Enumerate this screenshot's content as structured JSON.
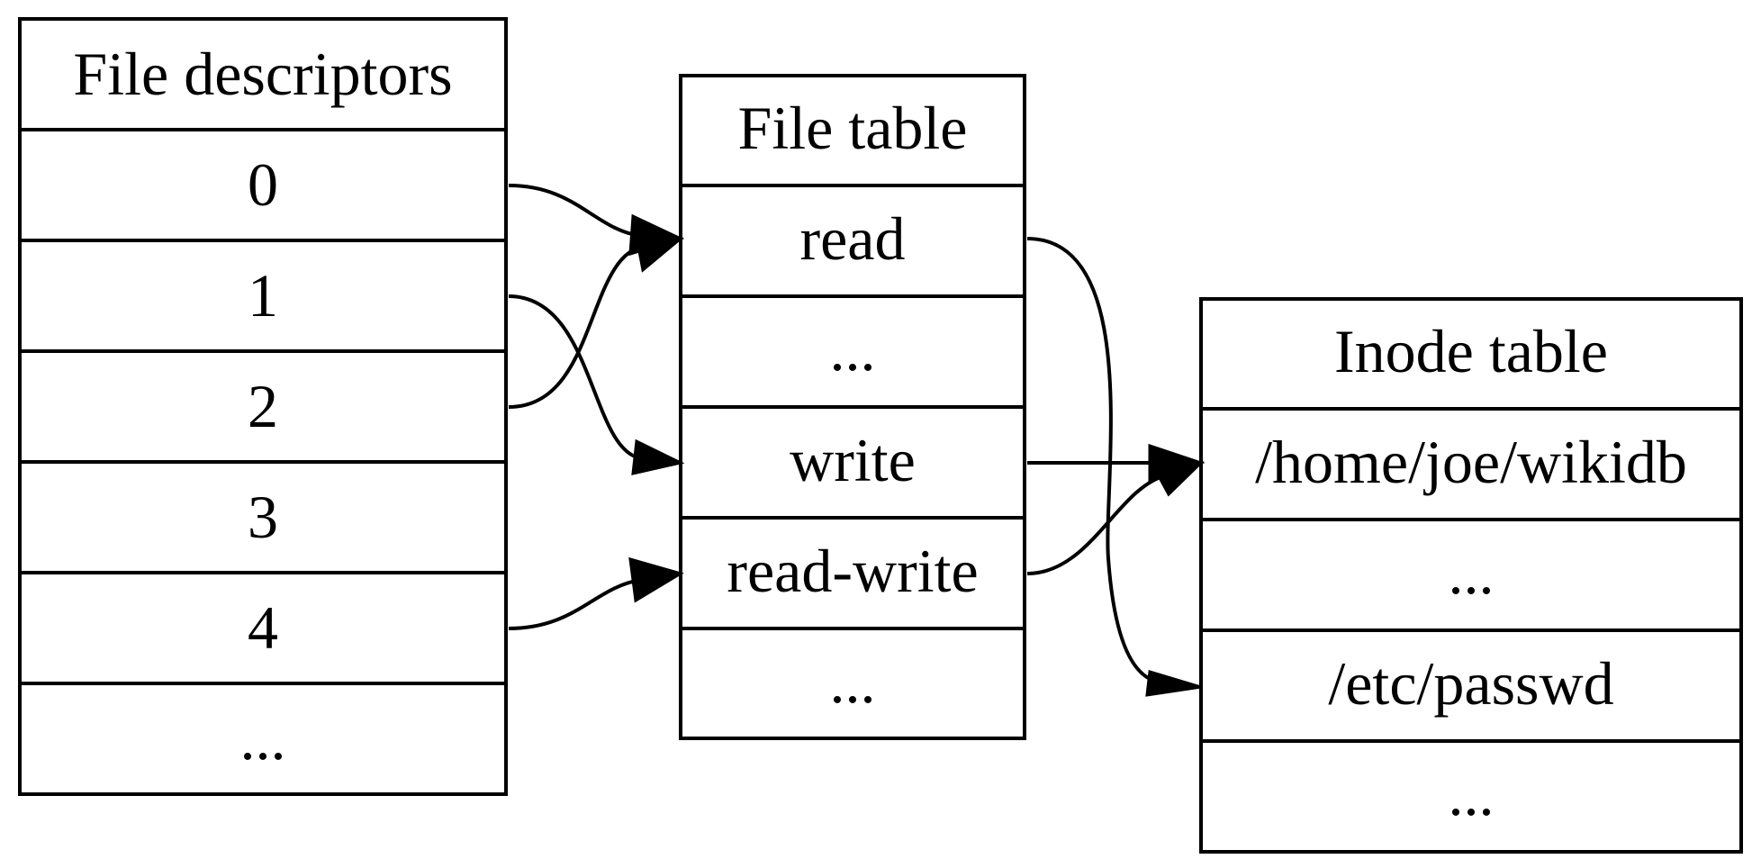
{
  "tables": [
    {
      "id": "fd",
      "title": "File descriptors",
      "rows": [
        "0",
        "1",
        "2",
        "3",
        "4",
        "..."
      ]
    },
    {
      "id": "file",
      "title": "File table",
      "rows": [
        "read",
        "...",
        "write",
        "read-write",
        "..."
      ]
    },
    {
      "id": "inode",
      "title": "Inode table",
      "rows": [
        "/home/joe/wikidb",
        "...",
        "/etc/passwd",
        "..."
      ]
    }
  ],
  "edges": [
    {
      "from": "fd:0",
      "to": "file:read"
    },
    {
      "from": "fd:1",
      "to": "file:write"
    },
    {
      "from": "fd:2",
      "to": "file:read"
    },
    {
      "from": "fd:4",
      "to": "file:read-write"
    },
    {
      "from": "file:read",
      "to": "inode:/etc/passwd"
    },
    {
      "from": "file:write",
      "to": "inode:/home/joe/wikidb"
    },
    {
      "from": "file:read-write",
      "to": "inode:/home/joe/wikidb"
    }
  ]
}
